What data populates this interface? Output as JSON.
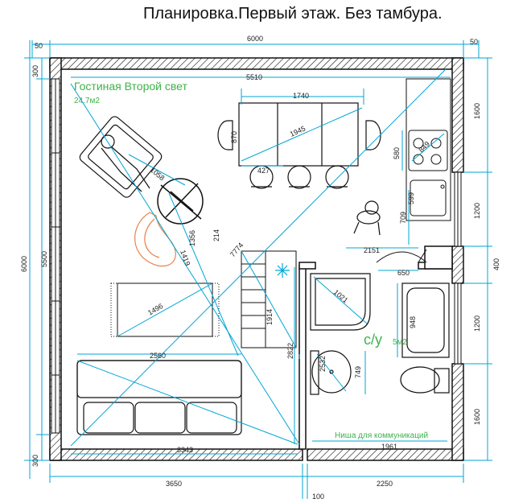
{
  "title": "Планировка.Первый этаж. Без тамбура.",
  "colors": {
    "dimension": "#00a6d6",
    "wall": "#111111",
    "label_green": "#3db34a",
    "chair_orange": "#e8804a"
  },
  "rooms": {
    "living": {
      "name": "Гостиная Второй свет",
      "area": "24.7м2"
    },
    "bathroom": {
      "name": "с/у",
      "area": "5м2"
    },
    "niche": {
      "name": "Ниша для коммуникаций"
    }
  },
  "dimensions": {
    "top_total": "6000",
    "top_left_50": "50",
    "top_right_50": "50",
    "inner_width": "5510",
    "table_width": "1740",
    "table_diag": "1945",
    "table_height": "870",
    "chair_gap": "427",
    "kitchen_580": "580",
    "kitchen_diag": "849",
    "sink_599": "599",
    "sink_709": "709",
    "kitchen_2151": "2151",
    "bath_650": "650",
    "armchair_1058": "1058",
    "table_1356": "1356",
    "table_214": "214",
    "living_diag": "7774",
    "chair_1419": "1419",
    "rug_1496": "1496",
    "stairs_1914": "1914",
    "shower_1021": "1021",
    "bath_948": "948",
    "stairs_2822": "2822",
    "sink_2532": "2532",
    "sink_749": "749",
    "sofa_2560": "2560",
    "sofa_3343": "3343",
    "niche_1961": "1961",
    "bottom_3650": "3650",
    "bottom_2250": "2250",
    "bottom_100": "100",
    "left_total": "6000",
    "left_300_top": "300",
    "left_5500": "5500",
    "left_300_bottom": "300",
    "right_1600_top": "1600",
    "right_1200_a": "1200",
    "right_400": "400",
    "right_1200_b": "1200",
    "right_1600_bottom": "1600"
  }
}
